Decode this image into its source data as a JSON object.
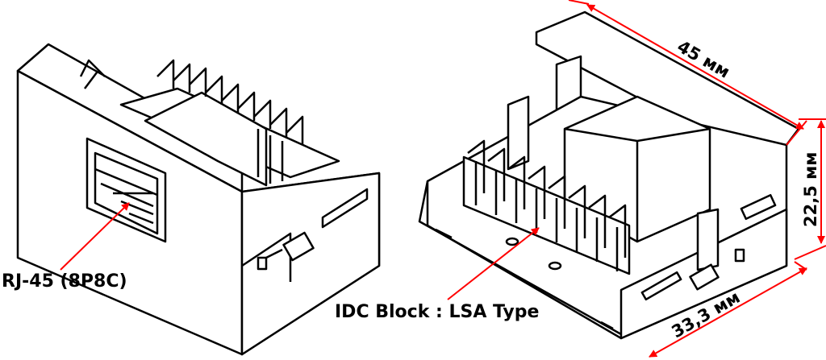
{
  "labels": {
    "rj45": "RJ-45 (8P8C)",
    "idc": "IDC Block : LSA Type"
  },
  "dimensions": {
    "length": "45 мм",
    "height": "22,5 мм",
    "depth": "33,3 мм"
  },
  "colors": {
    "annotation": "#ff0000",
    "outline": "#000000"
  }
}
